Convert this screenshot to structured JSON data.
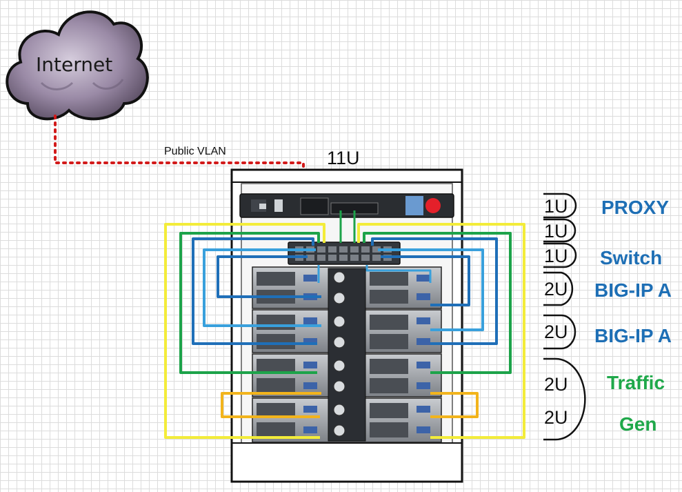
{
  "internet": {
    "label": "Internet"
  },
  "vlan": {
    "label": "Public VLAN"
  },
  "rack": {
    "units_label": "11U"
  },
  "units": [
    "1U",
    "1U",
    "1U",
    "2U",
    "2U",
    "2U",
    "2U"
  ],
  "roles": {
    "proxy": "PROXY",
    "switch": "Switch",
    "bigip_a1": "BIG-IP A",
    "bigip_a2": "BIG-IP A",
    "traffic": "Traffic",
    "gen": "Gen"
  },
  "colors": {
    "blue_label": "#1e6fb5",
    "green_label": "#1fa84a",
    "cable_yellow": "#f3ec3a",
    "cable_green": "#1da34a",
    "cable_blue": "#1f6fb8",
    "cable_lightblue": "#39a0dc",
    "cable_orange": "#f2b41c",
    "vlan_red": "#d21a1a",
    "cloud": "#9a8aa6"
  },
  "icons": [
    "cloud-icon",
    "f5-logo-icon",
    "server-chassis-icon",
    "network-switch-icon"
  ]
}
